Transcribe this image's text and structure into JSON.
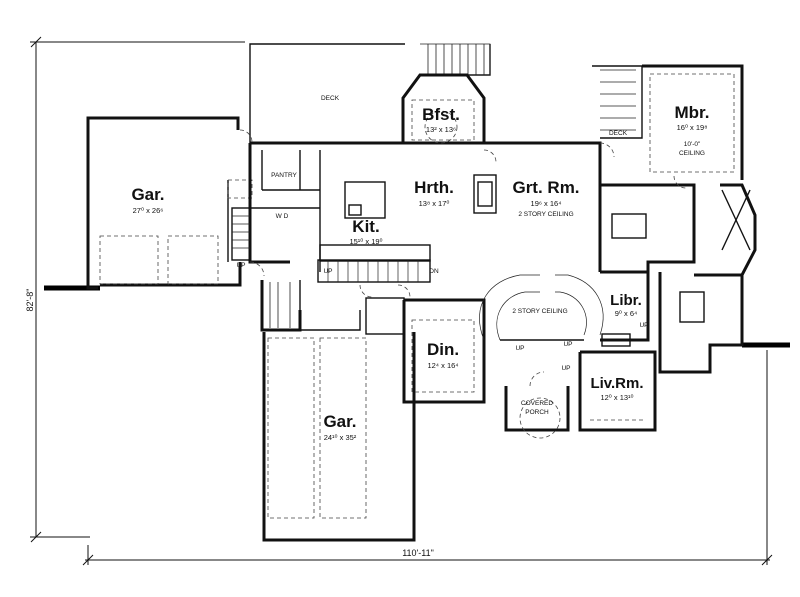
{
  "rooms": {
    "garage_side": {
      "name": "Gar.",
      "size": "27⁰ x 26⁶"
    },
    "garage_front": {
      "name": "Gar.",
      "size": "24¹⁰ x 35²"
    },
    "breakfast": {
      "name": "Bfst.",
      "size": "13² x 13⁶"
    },
    "hearth": {
      "name": "Hrth.",
      "size": "13⁸ x 17⁰"
    },
    "great_room": {
      "name": "Grt. Rm.",
      "size": "19⁶ x 16⁴",
      "note": "2 STORY CEILING"
    },
    "kitchen": {
      "name": "Kit.",
      "size": "15¹⁰ x 19⁰"
    },
    "master_bedroom": {
      "name": "Mbr.",
      "size": "16⁰ x 19⁸",
      "note_line1": "10'-0\"",
      "note_line2": "CEILING"
    },
    "library": {
      "name": "Libr.",
      "size": "9⁰ x 6⁴"
    },
    "dining": {
      "name": "Din.",
      "size": "12⁴ x 16⁴"
    },
    "living_room": {
      "name": "Liv.Rm.",
      "size": "12⁰ x 13¹⁰"
    },
    "foyer": {
      "note": "2 STORY CEILING"
    }
  },
  "labels": {
    "deck_main": "DECK",
    "deck_master": "DECK",
    "pantry": "PANTRY",
    "wd": "W D",
    "covered_porch_1": "COVERED",
    "covered_porch_2": "PORCH",
    "up": "UP",
    "dn": "DN"
  },
  "overall_dims": {
    "width": "110'-11\"",
    "depth": "82'-8\""
  }
}
